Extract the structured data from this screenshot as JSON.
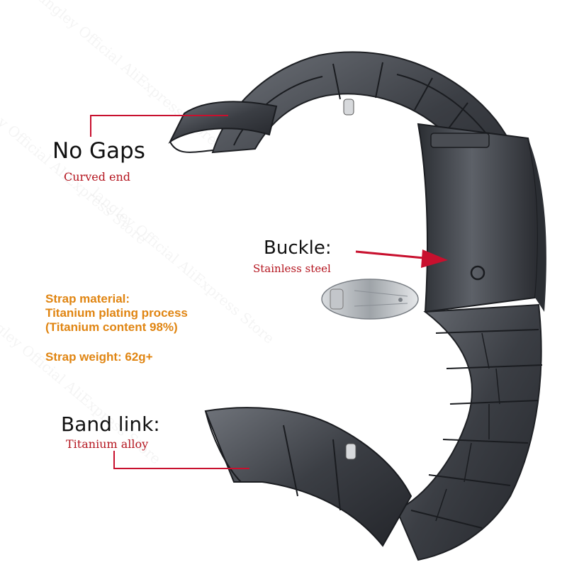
{
  "callouts": {
    "no_gaps": {
      "title": "No Gaps",
      "subtitle": "Curved end"
    },
    "buckle": {
      "title": "Buckle:",
      "subtitle": "Stainless steel"
    },
    "band_link": {
      "title": "Band link:",
      "subtitle": "Titanium alloy"
    }
  },
  "specs": {
    "material_heading": "Strap material:",
    "material_process": "Titanium plating process",
    "material_content": "(Titanium content 98%)",
    "weight": "Strap weight: 62g+"
  },
  "watermark": {
    "lines": [
      "langley Official AliExpress Store",
      "langley Official AliExpress Store",
      "langley Official AliExpress Store",
      "langley Official AliExpress Store"
    ]
  },
  "colors": {
    "callout_line": "#c8102e",
    "subtitle_text": "#b4141e",
    "spec_text": "#e08512",
    "metal_dark": "#3a3d42",
    "metal_light": "#6b6f75"
  }
}
